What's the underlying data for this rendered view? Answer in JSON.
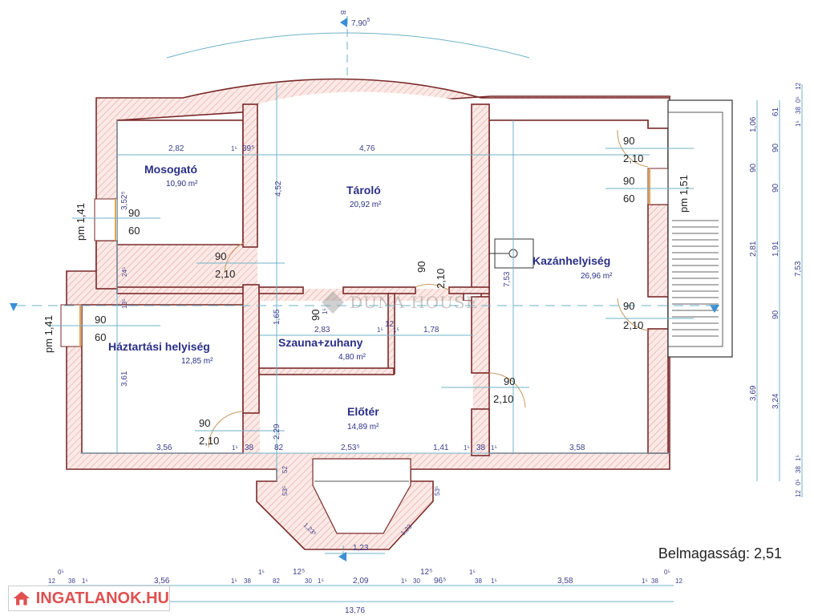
{
  "header": {
    "top_dimension": "7,90",
    "top_dimension_sup": "5",
    "section_mark": "B"
  },
  "rooms": [
    {
      "name": "Mosogató",
      "area": "10,90 m²"
    },
    {
      "name": "Tároló",
      "area": "20,92 m²"
    },
    {
      "name": "Kazánhelyiség",
      "area": "26,96 m²"
    },
    {
      "name": "Háztartási helyiség",
      "area": "12,85 m²"
    },
    {
      "name": "Szauna+zuhany",
      "area": "4,80 m²"
    },
    {
      "name": "Előtér",
      "area": "14,89 m²"
    }
  ],
  "doors": [
    {
      "width": "90",
      "height": "2,10"
    },
    {
      "width": "90",
      "height": "2,10"
    },
    {
      "width": "90",
      "height": "2,10"
    },
    {
      "width": "90",
      "height": "2,10"
    },
    {
      "width": "90",
      "height": "2,10"
    },
    {
      "width": "90",
      "height": "2,10"
    }
  ],
  "windows": [
    {
      "width": "90",
      "height": "60",
      "parapet": "pm 1,41"
    },
    {
      "width": "90",
      "height": "60",
      "parapet": "pm 1,41"
    },
    {
      "width": "90",
      "height": "60",
      "parapet": "pm 1,51"
    }
  ],
  "inner_dims": {
    "mosogato_w": "2,82",
    "mosogato_h": "3,52⁵",
    "tarolo_w": "4,76",
    "tarolo_h": "4,52",
    "wall_a": "1⁵",
    "wall_b": "39⁵",
    "kazan_h": "7,53",
    "haztartasi_h": "3,61",
    "szauna_w": "2,83",
    "szauna_h": "1,65",
    "right_w": "1,78",
    "wall_12": "12",
    "wall_15a": "1⁵",
    "wall_15b": "1⁵",
    "eloter_h": "2,29",
    "v24": "24⁵",
    "v135": "13⁵",
    "szauna_door": "90",
    "szauna_door2": "1⁵"
  },
  "bottom_inner_dims": [
    "3,56",
    "1⁵",
    "38",
    "82",
    "2,53⁵",
    "1,41",
    "1⁵",
    "38",
    "1⁵",
    "3,58"
  ],
  "bay_dims": {
    "v1": "52",
    "v2": "53⁵",
    "v3": "53⁵",
    "d1": "1,23⁵",
    "d2": "1,23",
    "d3": "1,23"
  },
  "right_dims": {
    "col1": [
      "1,06",
      "90",
      "2,81",
      "3,69"
    ],
    "col2": [
      "61",
      "90",
      "90",
      "1,91",
      "90",
      "3,24"
    ],
    "col3": [
      "12",
      "0⁵",
      "38",
      "1⁵",
      "7,53",
      "1⁵",
      "38",
      "0⁵",
      "12"
    ]
  },
  "bottom_dims": {
    "row1": [
      "12",
      "0⁵",
      "38",
      "1⁵",
      "3,56",
      "1⁵",
      "38",
      "1⁵",
      "82",
      "12⁵",
      "30",
      "1⁵",
      "2,09",
      "1⁵",
      "30",
      "12⁵",
      "96⁵",
      "1⁵",
      "38",
      "1⁵",
      "3,58",
      "1⁵",
      "38",
      "0⁵",
      "12"
    ],
    "total": "13,76"
  },
  "ceiling_height": "Belmagasság: 2,51",
  "watermark": "DUNA HOUSE",
  "logo": "INGATLANOK.HU",
  "colors": {
    "wall": "#7a2a2a",
    "hatch": "#e8a0a0",
    "dimline": "#6fb2c9",
    "text": "#2a2f86",
    "arrow": "#3a8fd6"
  }
}
